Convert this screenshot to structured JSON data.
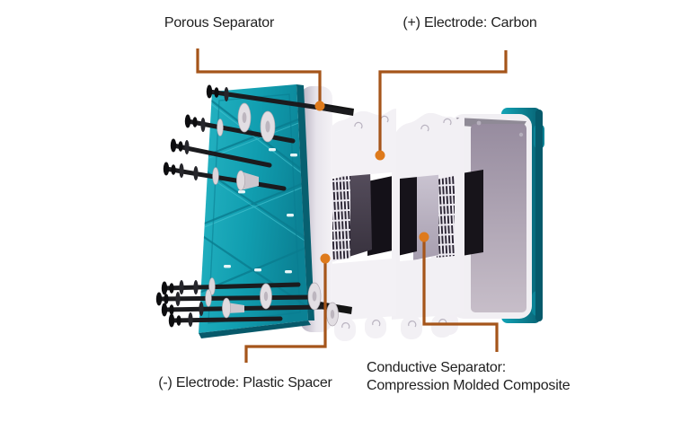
{
  "diagram": {
    "labels": {
      "porous_separator": "Porous Separator",
      "positive_electrode": "(+) Electrode: Carbon",
      "negative_electrode": "(-) Electrode: Plastic Spacer",
      "conductive_separator": "Conductive Separator:\nCompression Molded Composite"
    },
    "colors": {
      "background": "#ffffff",
      "text": "#1f1f1f",
      "leader_line": "#a5551a",
      "leader_dot": "#de7a1c",
      "end_plate_teal": "#109bae",
      "plate_white": "#f2f0f4",
      "porous_plate_lavender": "#dcd8e2",
      "carbon_black": "#17141a",
      "separator_charcoal": "#463e4c",
      "spacer_gray": "#b7b1bf",
      "rod_black": "#1b1b1e"
    }
  }
}
